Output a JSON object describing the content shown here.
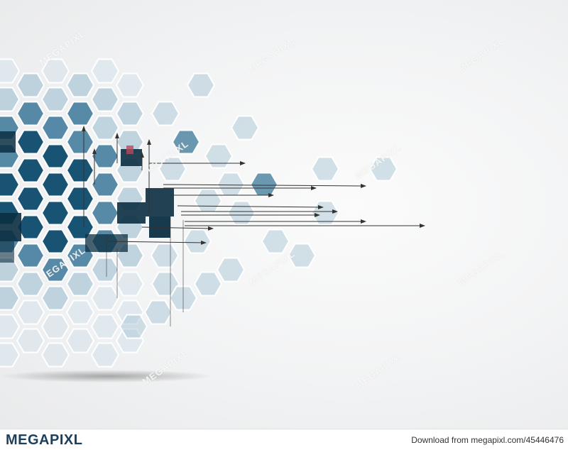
{
  "image": {
    "kind": "stock illustration",
    "theme_colors": {
      "hex_dark": "#0d4a6b",
      "hex_mid": "#2f6f93",
      "hex_light": "#a9c6d6",
      "hex_pale": "#dbe6ec",
      "hex_outline": "#ffffff",
      "arrow": "#333333",
      "accent": "#b8485a"
    }
  },
  "watermark": {
    "text": "MEGAPIXL"
  },
  "footer": {
    "brand": "MEGAPIXL",
    "download_text": "Download from megapixl.com/45446476"
  }
}
